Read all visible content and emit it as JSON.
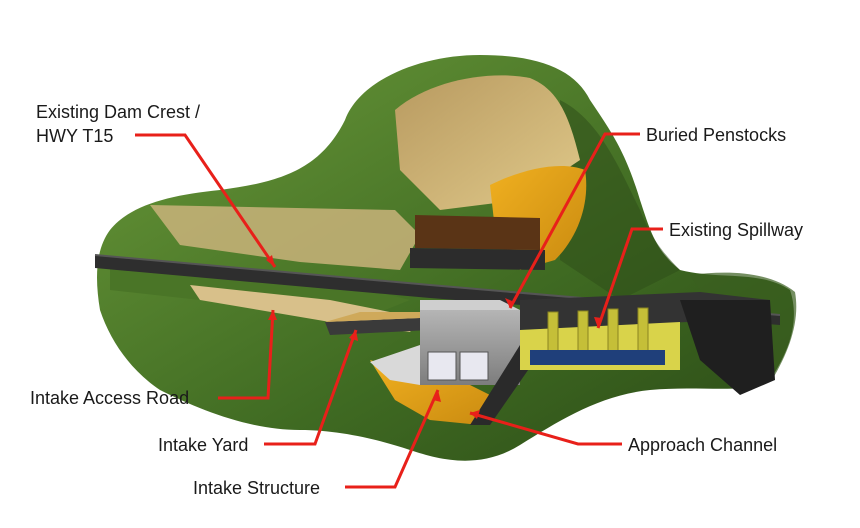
{
  "labels": {
    "dam_crest_line1": "Existing Dam Crest /",
    "dam_crest_line2": "HWY T15",
    "buried_penstocks": "Buried Penstocks",
    "existing_spillway": "Existing Spillway",
    "intake_access_road": "Intake Access Road",
    "intake_yard": "Intake Yard",
    "approach_channel": "Approach Channel",
    "intake_structure": "Intake Structure"
  },
  "colors": {
    "leader_line": "#e8201a",
    "terrain_green": "#4f7a2a",
    "terrain_dark": "#2f4f1a",
    "excavation_tan": "#c8a96a",
    "excavation_gold": "#e3a425",
    "road_dark": "#333333",
    "spillway_yellow": "#d9d34a",
    "structure_grey": "#9a9a9a",
    "roof_brown": "#5a3416"
  }
}
